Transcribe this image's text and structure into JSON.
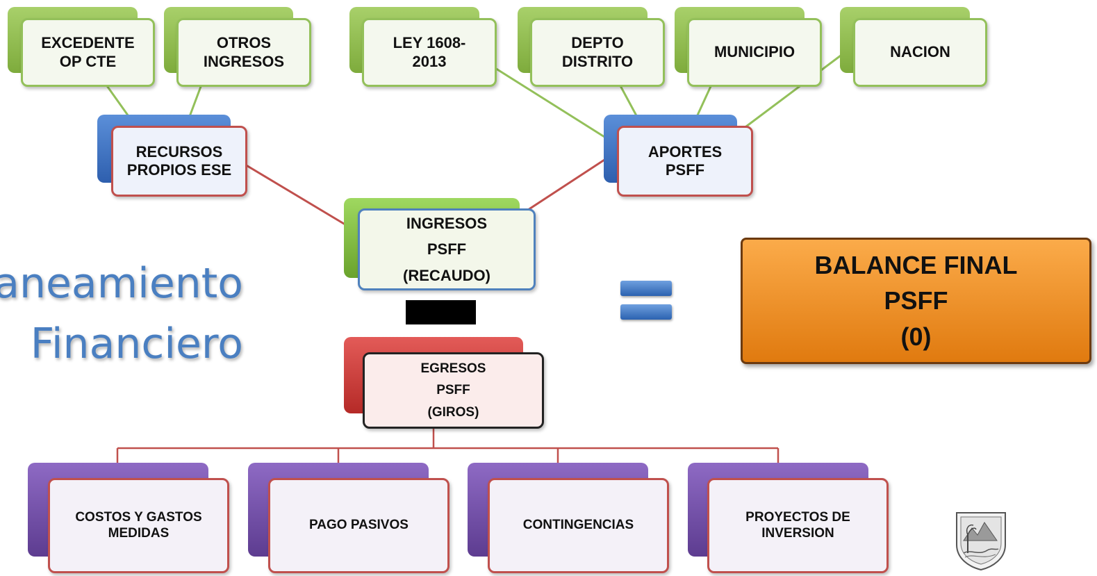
{
  "side_title": "aneamiento\nFinanciero",
  "operators": {
    "minus": "minus-sign",
    "equals": "equals-sign"
  },
  "nodes": {
    "excedente": "EXCEDENTE\nOP CTE",
    "otros": "OTROS\nINGRESOS",
    "ley": "LEY 1608-\n2013",
    "depto": "DEPTO\nDISTRITO",
    "municipio": "MUNICIPIO",
    "nacion": "NACION",
    "recursos": "RECURSOS\nPROPIOS ESE",
    "aportes": "APORTES\nPSFF",
    "ingresos": "INGRESOS\nPSFF\n(RECAUDO)",
    "egresos": "EGRESOS\nPSFF\n(GIROS)",
    "costos": "COSTOS Y GASTOS\nMEDIDAS",
    "pago": "PAGO PASIVOS",
    "contingencias": "CONTINGENCIAS",
    "proyectos": "PROYECTOS DE\nINVERSION"
  },
  "balance": "BALANCE FINAL\nPSFF\n(0)",
  "colors": {
    "green": "#93c05a",
    "blue": "#4f81bd",
    "red": "#c0504d",
    "purple": "#6e4ba3",
    "orange": "#f79646",
    "title_blue": "#4a7fc1"
  },
  "icons": {
    "crest": "municipal-coat-of-arms-icon"
  }
}
